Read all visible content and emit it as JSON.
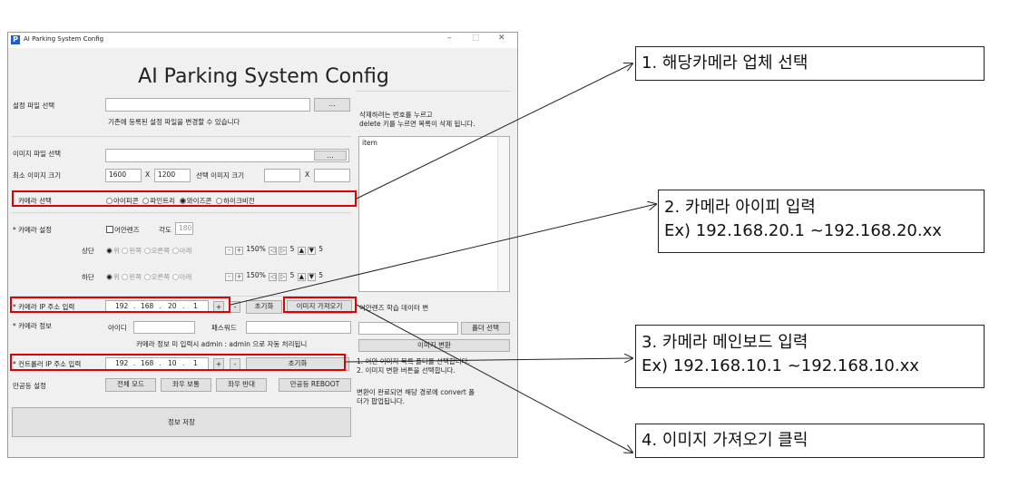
{
  "window": {
    "app_icon": "P",
    "title": "AI Parking System Config",
    "minimize": "–",
    "maximize": "□",
    "close": "✕",
    "big_title": "AI Parking System Config"
  },
  "config_file": {
    "label": "설정 파일 선택",
    "browse": "...",
    "hint": "기존에 등록된 설정 파일을 변경할 수 있습니다"
  },
  "image_file": {
    "label": "이미지 파일 선택",
    "browse": "..."
  },
  "min_size": {
    "label": "최소 이미지 크기",
    "width": "1600",
    "x1": "X",
    "height": "1200",
    "selected_label": "선택 이미지 크기",
    "x2": "X"
  },
  "camera_select": {
    "label": "카메라 선택",
    "options": [
      "아이피콘",
      "파인트리",
      "와이즈콘",
      "하이크비전"
    ],
    "selected_index": 2
  },
  "camera_setting": {
    "label": "* 카메라 설정",
    "fisheye": "어안렌즈",
    "angle_label": "각도",
    "angle_value": "180",
    "top_label": "상단",
    "bottom_label": "하단",
    "directions": [
      "위",
      "왼쪽",
      "오른쪽",
      "아래"
    ],
    "minus": "-",
    "plus": "+",
    "zoom": "150%",
    "left_arrow": "◁",
    "right_arrow": "▷",
    "step1": "5",
    "up_arrow": "▲",
    "down_arrow": "▼",
    "step2": "5"
  },
  "camera_ip": {
    "label": "* 카메라 IP 주소 입력",
    "octets": [
      "192",
      "168",
      "20",
      "1"
    ],
    "plus": "+",
    "minus": "-",
    "reset": "초기화",
    "get_images": "이미지 가져오기"
  },
  "camera_info": {
    "label": "* 카메라 정보",
    "id_label": "아이디",
    "pw_label": "패스워드",
    "hint": "카메라 정보 미 입력시 admin : admin 으로 자동 처리됩니"
  },
  "controller_ip": {
    "label": "* 컨트롤러 IP 주소 입력",
    "octets": [
      "192",
      "168",
      "10",
      "1"
    ],
    "plus": "+",
    "minus": "-",
    "reset": "초기화"
  },
  "unmanned": {
    "label": "만공등 설정",
    "buttons": [
      "전체 모드",
      "좌우 보통",
      "좌우 반대",
      "만공등 REBOOT"
    ]
  },
  "save_button": "정보 저장",
  "right_panel": {
    "delete_hint_1": "삭제하려는 번호를 누르고",
    "delete_hint_2": "delete 키를 누르면 목록이 삭제 됩니다.",
    "list_header": "item",
    "fisheye_label": "어안렌즈 학습 데이터 변",
    "folder_button": "폴더 선택",
    "convert_button": "이미지 변환",
    "step_1": "1. 어안 이미지 목록 폴더를 선택합니다.",
    "step_2": "2. 이미지 변환 버튼을 선택합니다.",
    "note_1": "변환이 완료되면 해당 경로에 convert 폴",
    "note_2": "더가 팝업됩니다."
  },
  "callouts": {
    "c1": "1. 해당카메라 업체  선택",
    "c2_line1": "2. 카메라 아이피 입력",
    "c2_line2": "Ex) 192.168.20.1 ~192.168.20.xx",
    "c3_line1": "3. 카메라 메인보드 입력",
    "c3_line2": "Ex) 192.168.10.1 ~192.168.10.xx",
    "c4": "4. 이미지 가져오기 클릭"
  },
  "colors": {
    "highlight": "#e00000",
    "window_bg": "#f0f0f0"
  }
}
